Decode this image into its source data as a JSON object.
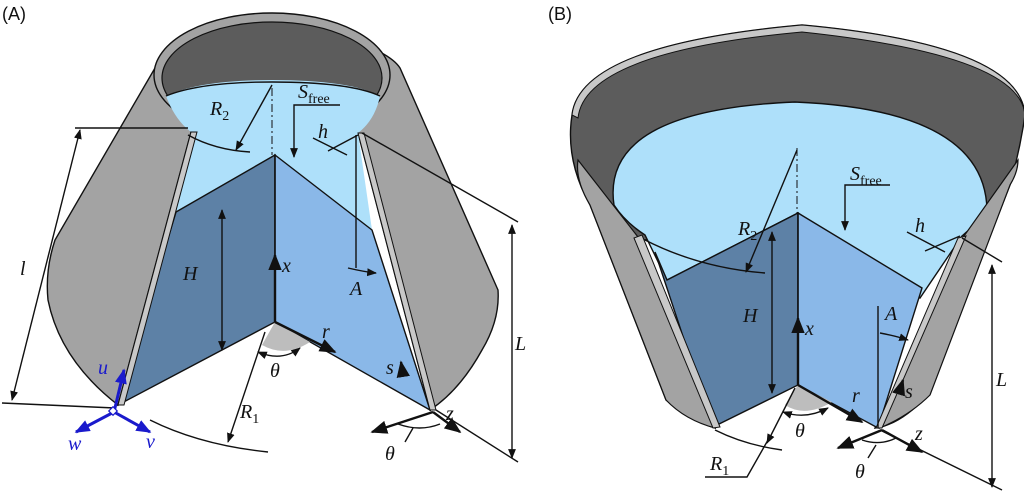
{
  "figure": {
    "panels": [
      {
        "id": "A",
        "label": "(A)",
        "description": "Conical tank narrowing upward (tapered top) with cutaway showing fluid",
        "labels": {
          "R2": "R",
          "R2_sub": "2",
          "Sfree": "S",
          "Sfree_sub": "free",
          "h": "h",
          "l": "l",
          "H": "H",
          "x": "x",
          "A": "A",
          "r": "r",
          "theta_center": "θ",
          "s": "s",
          "L": "L",
          "R1": "R",
          "R1_sub": "1",
          "z": "z",
          "theta_base": "θ",
          "u": "u",
          "v": "v",
          "w": "w"
        }
      },
      {
        "id": "B",
        "label": "(B)",
        "description": "Conical tank widening upward (open bowl) with cutaway showing fluid",
        "labels": {
          "R2": "R",
          "R2_sub": "2",
          "Sfree": "S",
          "Sfree_sub": "free",
          "h": "h",
          "H": "H",
          "x": "x",
          "A": "A",
          "r": "r",
          "s": "s",
          "theta_center": "θ",
          "L": "L",
          "R1": "R",
          "R1_sub": "1",
          "z": "z",
          "theta_base": "θ"
        }
      }
    ],
    "colors": {
      "free_surface": "#aee0fa",
      "fluid_dark_face": "#5d81a6",
      "fluid_light_face": "#8ab8e8",
      "wall_outer": "#a3a3a3",
      "wall_inner": "#5c5c5c",
      "wall_edge": "#c8c8c8",
      "shell_coords": "#1a1acc",
      "ink": "#111111"
    }
  }
}
